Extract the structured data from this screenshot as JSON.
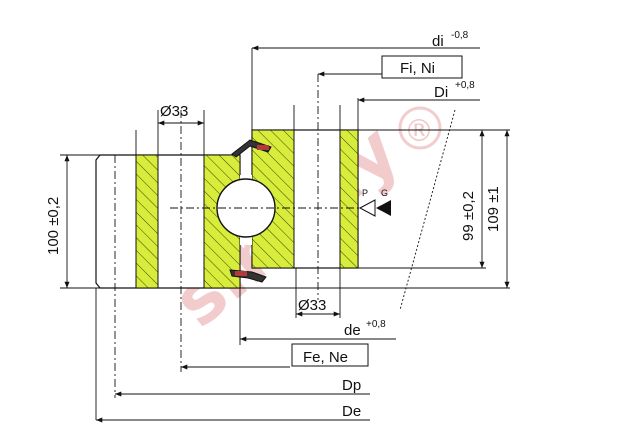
{
  "dimensions": {
    "d_inner": {
      "label": "di",
      "tolerance": "-0,8"
    },
    "fi_ni": {
      "label": "Fi, Ni"
    },
    "D_inner": {
      "label": "Di",
      "tolerance": "+0,8"
    },
    "bore_top": {
      "label": "Ø33"
    },
    "bore_bottom": {
      "label": "Ø33"
    },
    "height_outer": {
      "label": "100 ±0,2"
    },
    "height_inner": {
      "label": "99 ±0,2"
    },
    "height_total": {
      "label": "109 ±1"
    },
    "d_e": {
      "label": "de",
      "tolerance": "+0,8"
    },
    "fe_ne": {
      "label": "Fe, Ne"
    },
    "D_p": {
      "label": "Dp"
    },
    "D_e": {
      "label": "De"
    }
  },
  "markers": {
    "p": "P",
    "g": "G"
  },
  "watermark": {
    "text": "simply",
    "mark": "®"
  },
  "colors": {
    "hatch_fill": "#d8ec3c",
    "hatch_line": "#3a4a00",
    "lines": "#111111",
    "watermark": "#e8a4a6"
  }
}
